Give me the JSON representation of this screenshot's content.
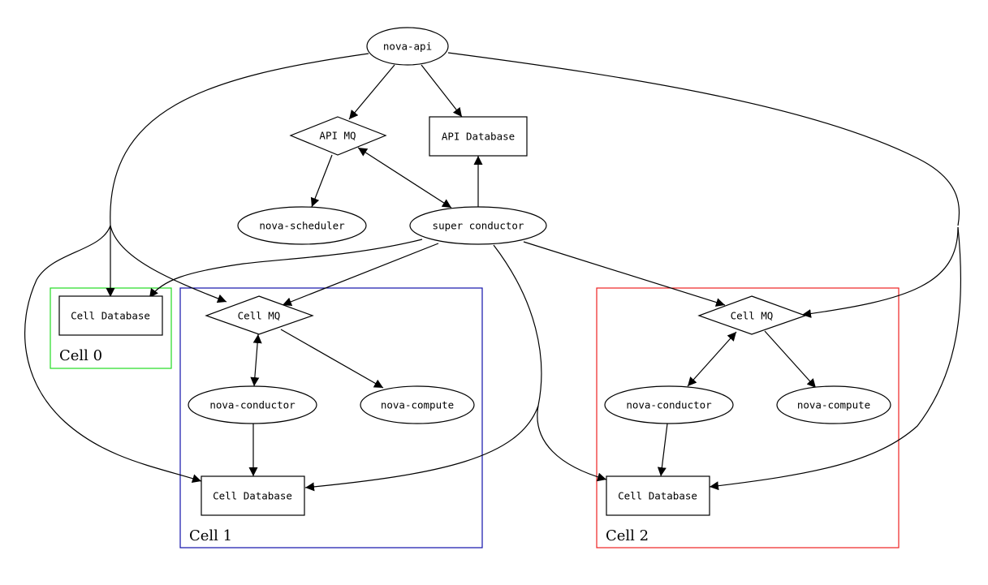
{
  "colors": {
    "cell0_border": "#22dd22",
    "cell1_border": "#1111aa",
    "cell2_border": "#ee2222",
    "stroke": "#000000",
    "background": "#ffffff"
  },
  "clusters": {
    "cell0": "Cell 0",
    "cell1": "Cell 1",
    "cell2": "Cell 2"
  },
  "nodes": {
    "nova_api": "nova-api",
    "api_mq": "API MQ",
    "api_database": "API Database",
    "nova_scheduler": "nova-scheduler",
    "super_conductor": "super conductor",
    "cell0_database": "Cell Database",
    "cell1_mq": "Cell MQ",
    "cell1_conductor": "nova-conductor",
    "cell1_compute": "nova-compute",
    "cell1_database": "Cell Database",
    "cell2_mq": "Cell MQ",
    "cell2_conductor": "nova-conductor",
    "cell2_compute": "nova-compute",
    "cell2_database": "Cell Database"
  }
}
